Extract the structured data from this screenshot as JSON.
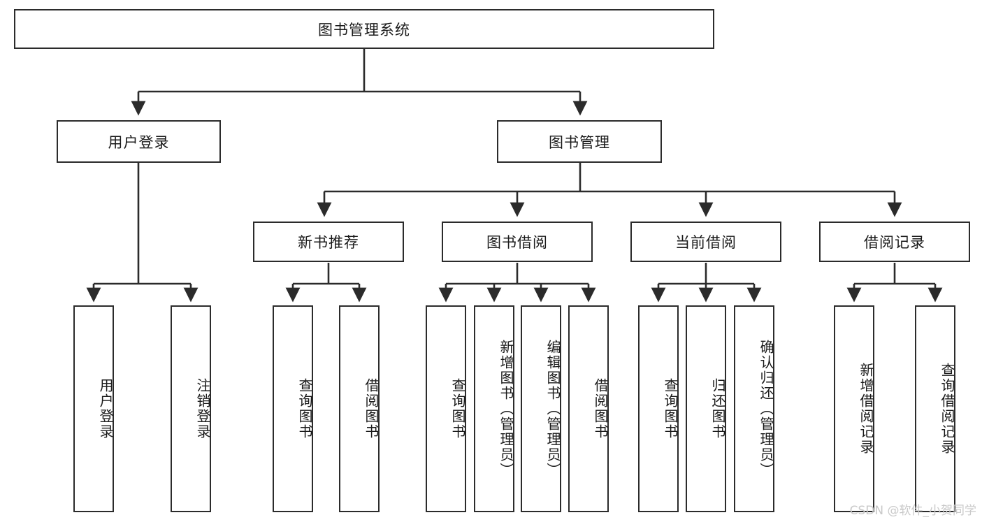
{
  "diagram": {
    "title": "图书管理系统",
    "watermark": "CSDN @软件_小贺同学",
    "line_color": "#2b2b2b",
    "box_fill": "#ffffff",
    "text_color": "#1a1a1a",
    "watermark_color": "#c9c9c9",
    "type": "tree"
  },
  "nodes": {
    "root": {
      "label": "图书管理系统"
    },
    "level2": [
      {
        "id": "user-login",
        "label": "用户登录"
      },
      {
        "id": "book-management",
        "label": "图书管理"
      }
    ],
    "level3": [
      {
        "id": "new-book-recommend",
        "label": "新书推荐"
      },
      {
        "id": "book-borrow",
        "label": "图书借阅"
      },
      {
        "id": "current-borrow",
        "label": "当前借阅"
      },
      {
        "id": "borrow-record",
        "label": "借阅记录"
      }
    ],
    "leaves": {
      "user_login": [
        {
          "id": "login",
          "label": "用户登录"
        },
        {
          "id": "logout",
          "label": "注销登录"
        }
      ],
      "new_book_recommend": [
        {
          "id": "query-book-1",
          "label": "查询图书"
        },
        {
          "id": "borrow-book-1",
          "label": "借阅图书"
        }
      ],
      "book_borrow": [
        {
          "id": "query-book-2",
          "label": "查询图书"
        },
        {
          "id": "add-book",
          "label": "新增图书（管理员）"
        },
        {
          "id": "edit-book",
          "label": "编辑图书（管理员）"
        },
        {
          "id": "borrow-book-2",
          "label": "借阅图书"
        }
      ],
      "current_borrow": [
        {
          "id": "query-book-3",
          "label": "查询图书"
        },
        {
          "id": "return-book",
          "label": "归还图书"
        },
        {
          "id": "confirm-return",
          "label": "确认归还（管理员）"
        }
      ],
      "borrow_record": [
        {
          "id": "add-record",
          "label": "新增借阅记录"
        },
        {
          "id": "query-record",
          "label": "查询借阅记录"
        }
      ]
    }
  }
}
